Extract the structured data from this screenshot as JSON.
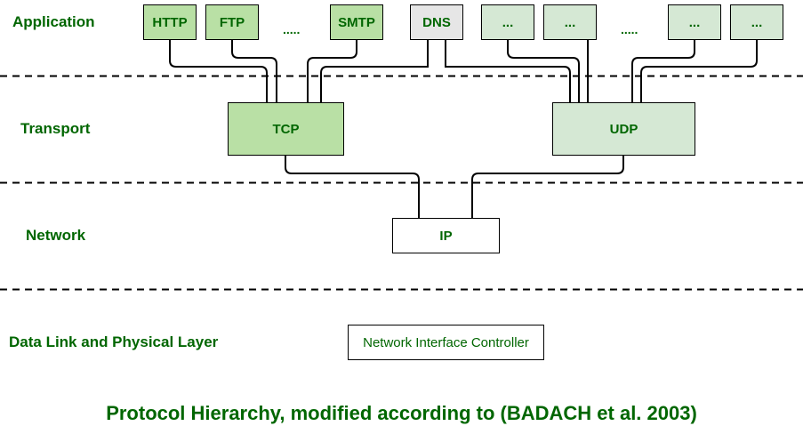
{
  "layers": {
    "application": "Application",
    "transport": "Transport",
    "network": "Network",
    "datalink": "Data Link and Physical Layer"
  },
  "application_protocols": {
    "http": "HTTP",
    "ftp": "FTP",
    "ellipsis_tcp": ".....",
    "smtp": "SMTP",
    "dns": "DNS",
    "udp_app_1": "...",
    "udp_app_2": "...",
    "ellipsis_udp": ".....",
    "udp_app_3": "...",
    "udp_app_4": "..."
  },
  "transport_protocols": {
    "tcp": "TCP",
    "udp": "UDP"
  },
  "network_protocols": {
    "ip": "IP"
  },
  "datalink_components": {
    "nic": "Network Interface Controller"
  },
  "caption": "Protocol Hierarchy, modified according to (BADACH et al. 2003)",
  "colors": {
    "text": "#006600",
    "tcp_family_fill": "#b9e0a5",
    "udp_family_fill": "#d5e8d4",
    "dns_fill": "#e6e6e6"
  }
}
